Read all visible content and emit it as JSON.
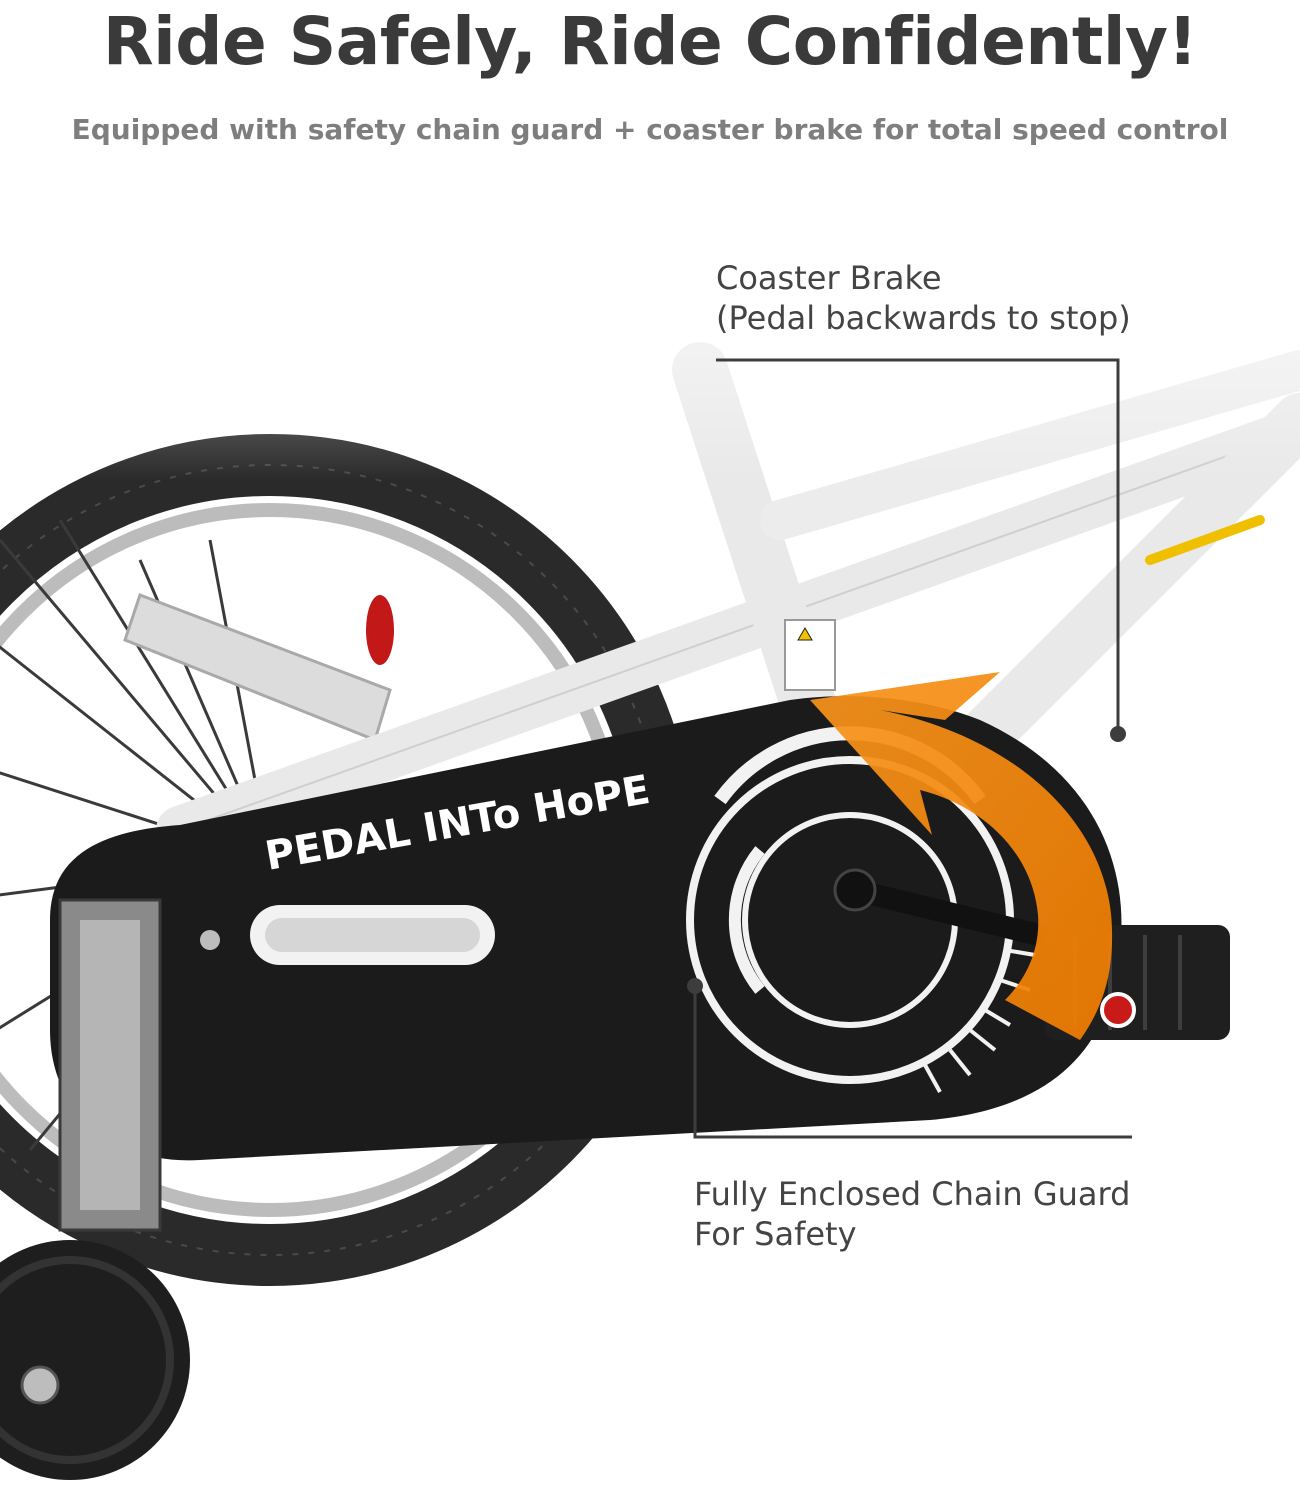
{
  "header": {
    "title": "Ride Safely, Ride Confidently!",
    "subtitle": "Equipped with safety chain guard + coaster brake for total speed control"
  },
  "callouts": {
    "coaster_brake": {
      "line1": "Coaster Brake",
      "line2": "(Pedal backwards to stop)"
    },
    "chain_guard": {
      "line1": "Fully Enclosed Chain Guard",
      "line2": "For Safety"
    }
  },
  "product": {
    "guard_brand_text": "PEDAL INTo HoPE",
    "frame_color": "#e9e9e9",
    "guard_color": "#1b1b1b",
    "arrow_color": "#f58a0a",
    "leader_line_color": "#3d3d3d"
  },
  "icons": [
    "orange-curved-arrow-icon",
    "callout-dot-icon"
  ]
}
